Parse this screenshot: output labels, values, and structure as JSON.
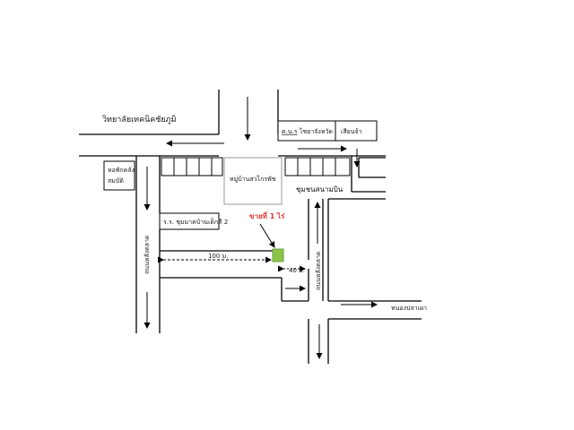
{
  "labels": {
    "college": "วิทยาลัยเทคนิคชัยภูมิ",
    "tambon_office_prefix": "ต.น.ร",
    "tambon_office_rest": "ไชยาจังหวัด",
    "saen_cha": "เสียนจ้า",
    "dorm_line1": "หอพักคลัง",
    "dorm_line2": "สมบัติ",
    "village": "หมู่บ้านสวไกรพัช",
    "community": "ชุมชนสนามบิน",
    "school": "ร.ร. ชุมมาคบ้านเด็กดี 2",
    "road_left": "ถนนหลังตลาด",
    "road_right": "ถนนหลังตลาด",
    "nong_pla": "หนองปลาเผา",
    "land": "ขายที่ 1 ไร่",
    "dist_100": "100 ม.",
    "dist_40": "40 ม."
  },
  "colors": {
    "land_fill": "#8bc34a",
    "land_label": "#e53935"
  }
}
